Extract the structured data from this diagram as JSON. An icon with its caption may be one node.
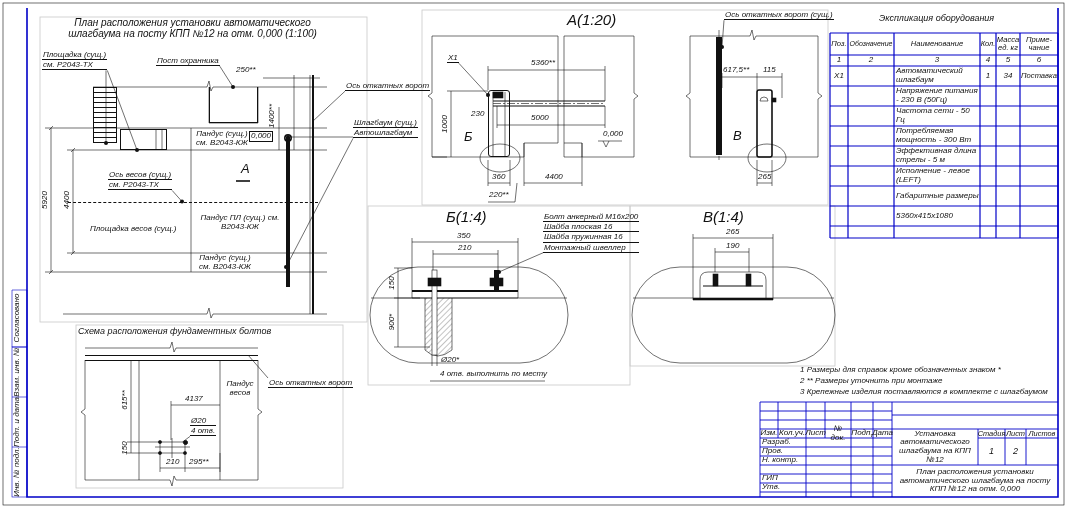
{
  "diagram": {
    "nodes": [
      {
        "text": [
          "Площадка (сущ.)",
          "см. Р2043-ТХ"
        ]
      },
      {
        "text": [
          "Пост охранника"
        ]
      },
      {
        "text": [
          "Ось откатных ворот"
        ]
      },
      {
        "text": [
          "Шлагбаум (сущ.)",
          "Автошлагбаум"
        ]
      },
      {
        "text": [
          "Ось весов (сущ.)",
          "см. Р2043-ТХ"
        ]
      },
      {
        "text": [
          "Х1"
        ]
      },
      {
        "text": [
          "Ось откатных ворот (сущ.)"
        ]
      },
      {
        "text": [
          "Болт анкерный М16х200",
          "Шайба плоская 16",
          "Шайба пружинная 16",
          "Монтажный швеллер"
        ]
      },
      {
        "text": [
          "Ось откатных ворот"
        ]
      },
      {
        "text": [
          "Ø20",
          "4 отв."
        ]
      },
      {
        "text": [],
        "shape": "box"
      },
      {
        "text": [],
        "shape": "box"
      },
      {
        "text": [],
        "shape": "box"
      },
      {
        "text": [],
        "shape": "line"
      },
      {
        "text": [],
        "shape": "bar"
      },
      {
        "text": [],
        "shape": "line"
      },
      {
        "text": [],
        "shape": "box"
      },
      {
        "text": [],
        "shape": "bar"
      },
      {
        "text": [],
        "shape": "bar"
      },
      {
        "text": [],
        "shape": "line"
      },
      {
        "text": [],
        "shape": "circle"
      }
    ],
    "edges": [
      {
        "from": 0,
        "to": 10,
        "arrow": "other"
      },
      {
        "from": 0,
        "to": 11,
        "arrow": "other"
      },
      {
        "from": 1,
        "to": 12,
        "arrow": "other"
      },
      {
        "from": 2,
        "to": 13,
        "arrow": "none"
      },
      {
        "from": 3,
        "to": 14,
        "arrow": "other"
      },
      {
        "from": 3,
        "to": 14,
        "arrow": "other"
      },
      {
        "from": 4,
        "to": 15,
        "arrow": "other"
      },
      {
        "from": 5,
        "to": 16,
        "arrow": "other"
      },
      {
        "from": 6,
        "to": 17,
        "arrow": "other"
      },
      {
        "from": 7,
        "to": 18,
        "arrow": "other"
      },
      {
        "from": 8,
        "to": 19,
        "arrow": "none"
      },
      {
        "from": 9,
        "to": 20,
        "arrow": "none"
      }
    ],
    "labels": [
      "План расположения установки автоматического шлагбаума на посту КПП №12 на отм. 0,000 (1:100)",
      "250**",
      "1400**",
      "Пандус (сущ.) см. В2043-КЖ",
      "0,000",
      "А",
      "5920",
      "4400",
      "Площадка весов (сущ.)",
      "Пандус ПЛ (сущ.) см. В2043-КЖ",
      "Пандус (сущ.) см. В2043-КЖ",
      "А(1:20)",
      "5360**",
      "230",
      "5000",
      "1000",
      "Б",
      "0,000",
      "360",
      "4400",
      "220**",
      "617,5**",
      "115",
      "В",
      "265",
      "Экспликация оборудования",
      "Поз.",
      "Обозначение",
      "Наименование",
      "Кол.",
      "Масса ед. кг",
      "Приме- чание",
      "1",
      "2",
      "3",
      "4",
      "5",
      "6",
      "Х1",
      "Автоматический шлагбаум",
      "1",
      "34",
      "Поставка",
      "Напряжение питания - 230 В (50Гц)",
      "Частота сети - 50 Гц",
      "Потребляемая мощность - 300 Вт",
      "Эффективная длина стрелы - 5 м",
      "Исполнение - левое (LEFT)",
      "Габаритные размеры",
      "5360х415х1080",
      "Б(1:4)",
      "350",
      "210",
      "150",
      "900*",
      "Ø20*",
      "4 отв. выполнить по месту",
      "В(1:4)",
      "265",
      "190",
      "Схема расположения фундаментных болтов",
      "Пандус весов",
      "615**",
      "4137",
      "150",
      "210",
      "295**",
      "1 Размеры для справок кроме обозначенных знаком *",
      "2 ** Размеры уточнить при монтаже",
      "3 Крепежные изделия поставляются в комплекте с шлагбаумом",
      "Изм.",
      "Кол.уч.",
      "Лист",
      "№ док.",
      "Подп.",
      "Дата",
      "Разраб.",
      "Пров.",
      "Н. контр.",
      "ГИП",
      "Утв.",
      "Установка автоматического шлагбаума на КПП №12",
      "Стадия",
      "Лист",
      "Листов",
      "1",
      "2",
      "План расположения установки автоматического шлагбаума на посту КПП №12 на отм. 0,000",
      "Согласовано",
      "Взам. инв. №",
      "Подп. и дата",
      "Инв. № подл."
    ]
  }
}
